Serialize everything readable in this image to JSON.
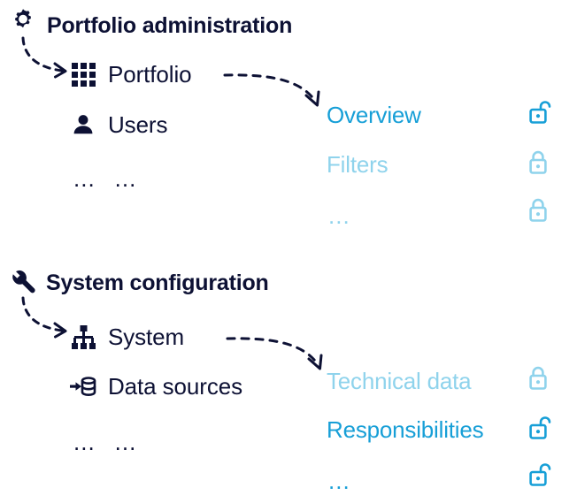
{
  "colors": {
    "navy": "#0d1134",
    "accent_enabled": "#179fd7",
    "accent_disabled": "#8fd3ec",
    "background": "#ffffff"
  },
  "sections": [
    {
      "id": "portfolio-administration",
      "title": "Portfolio administration",
      "title_icon": "gear-icon",
      "menu_items": [
        {
          "label": "Portfolio",
          "icon": "grid-icon"
        },
        {
          "label": "Users",
          "icon": "user-icon"
        }
      ],
      "menu_ellipsis": {
        "left": "...",
        "right": "..."
      },
      "permissions": [
        {
          "label": "Overview",
          "state": "enabled",
          "lock": "unlock-icon"
        },
        {
          "label": "Filters",
          "state": "disabled",
          "lock": "lock-icon"
        },
        {
          "label": "...",
          "state": "disabled",
          "lock": "lock-icon"
        }
      ]
    },
    {
      "id": "system-configuration",
      "title": "System configuration",
      "title_icon": "wrench-icon",
      "menu_items": [
        {
          "label": "System",
          "icon": "sitemap-icon"
        },
        {
          "label": "Data sources",
          "icon": "database-import-icon"
        }
      ],
      "menu_ellipsis": {
        "left": "...",
        "right": "..."
      },
      "permissions": [
        {
          "label": "Technical data",
          "state": "disabled",
          "lock": "lock-icon"
        },
        {
          "label": "Responsibilities",
          "state": "enabled",
          "lock": "unlock-icon"
        },
        {
          "label": "...",
          "state": "enabled",
          "lock": "unlock-icon"
        }
      ]
    }
  ]
}
